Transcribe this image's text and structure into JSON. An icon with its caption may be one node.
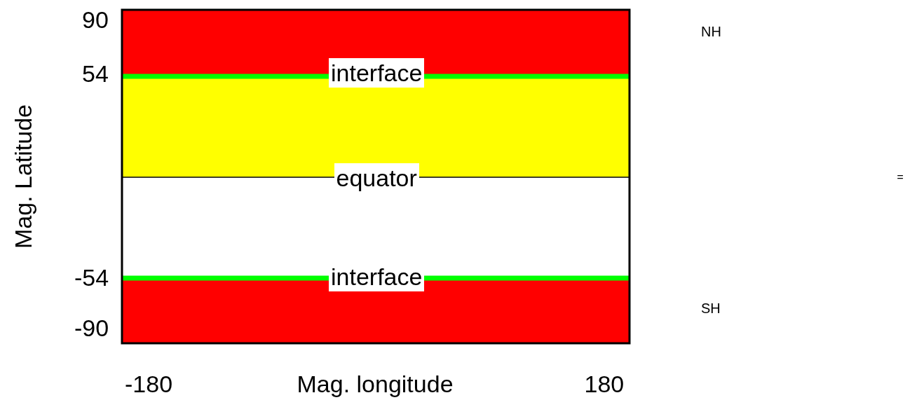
{
  "diagram": {
    "labels": [
      "90",
      "54",
      "-54",
      "-90",
      "Mag. Latitude",
      "interface",
      "equator",
      "interface",
      "-180",
      "Mag. longitude",
      "180",
      "NH",
      "SH",
      "="
    ]
  }
}
